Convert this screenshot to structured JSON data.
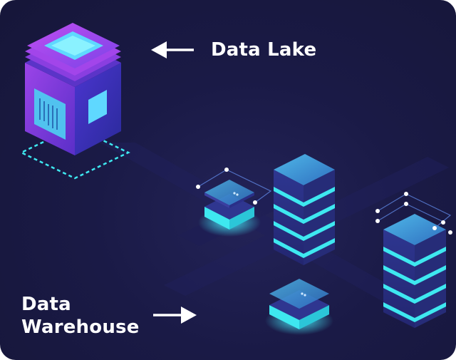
{
  "labels": {
    "data_lake": "Data Lake",
    "data_warehouse_line1": "Data",
    "data_warehouse_line2": "Warehouse"
  },
  "icons": {
    "lake_arrow": "arrow-left-icon",
    "warehouse_arrow": "arrow-right-icon"
  },
  "colors": {
    "background": "#1a1a46",
    "lake_purple": "#7a3fe0",
    "lake_blue": "#3a2fb0",
    "glow_cyan": "#3ee8f0",
    "server_dark": "#2b2f7a",
    "text": "#ffffff"
  }
}
